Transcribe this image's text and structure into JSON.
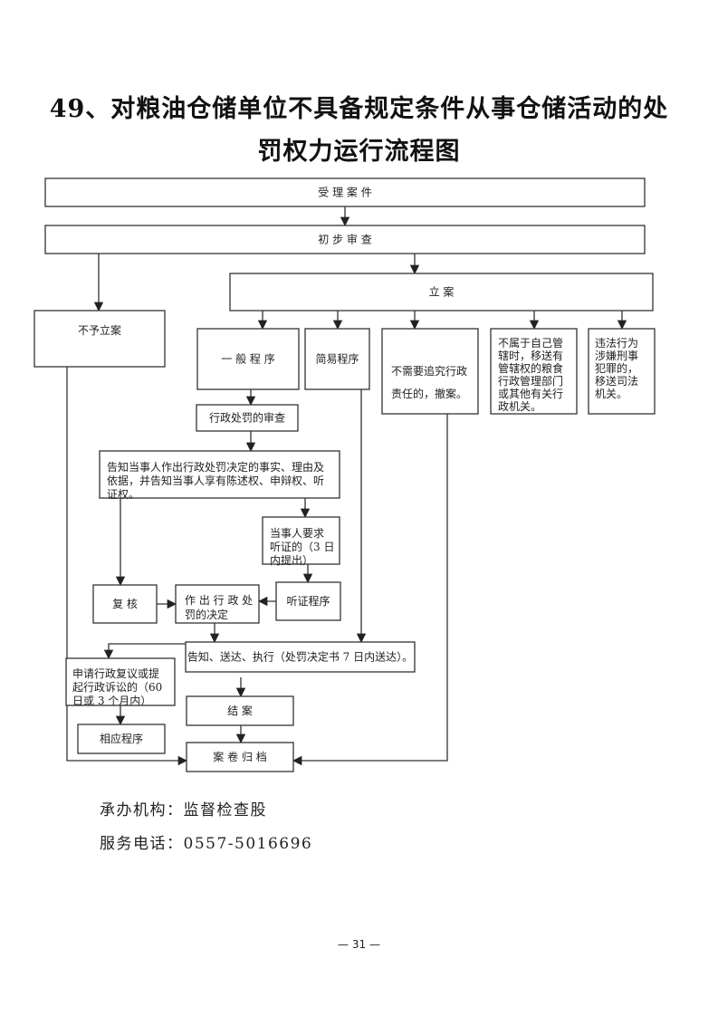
{
  "document": {
    "title_line1": "49、对粮油仓储单位不具备规定条件从事仓储活动的处",
    "title_line2": "罚权力运行流程图",
    "footer_org": "承办机构：监督检查股",
    "footer_phone": "服务电话：0557-5016696",
    "page_number": "— 31 —"
  },
  "flowchart": {
    "nodes": [
      {
        "id": "accept",
        "lines": [
          "受 理 案 件"
        ]
      },
      {
        "id": "preliminary",
        "lines": [
          "初 步 审 查"
        ]
      },
      {
        "id": "file_case",
        "lines": [
          "立      案"
        ]
      },
      {
        "id": "no_case",
        "lines": [
          "不予立案"
        ]
      },
      {
        "id": "general",
        "lines": [
          "一 般 程 序"
        ]
      },
      {
        "id": "simple",
        "lines": [
          "简易程序"
        ]
      },
      {
        "id": "withdraw",
        "lines": [
          "不需要追究行政",
          "责任的，撤案。"
        ]
      },
      {
        "id": "transfer_admin",
        "lines": [
          "不属于自己管",
          "辖时，移送有",
          "管辖权的粮食",
          "行政管理部门",
          "或其他有关行",
          "政机关。"
        ]
      },
      {
        "id": "transfer_judicial",
        "lines": [
          "违法行为",
          "涉嫌刑事",
          "犯罪的，",
          "移送司法",
          "机关。"
        ]
      },
      {
        "id": "review",
        "lines": [
          "行政处罚的审查"
        ]
      },
      {
        "id": "notify",
        "lines": [
          "告知当事人作出行政处罚决定的事实、理由及",
          "依据，并告知当事人享有陈述权、申辩权、听",
          "证权。"
        ]
      },
      {
        "id": "hearing_request",
        "lines": [
          "当事人要求",
          "听证的（3 日",
          "内提出）"
        ]
      },
      {
        "id": "recheck",
        "lines": [
          "复    核"
        ]
      },
      {
        "id": "decision",
        "lines": [
          "作 出 行 政 处",
          "罚的决定"
        ]
      },
      {
        "id": "hearing",
        "lines": [
          "听证程序"
        ]
      },
      {
        "id": "deliver",
        "lines": [
          "告知、送达、执行（处罚决定书 7 日内送达）。"
        ]
      },
      {
        "id": "appeal",
        "lines": [
          "申请行政复议或提",
          "起行政诉讼的（60",
          "日或 3 个月内）"
        ]
      },
      {
        "id": "close",
        "lines": [
          "结      案"
        ]
      },
      {
        "id": "corresponding",
        "lines": [
          "相应程序"
        ]
      },
      {
        "id": "archive",
        "lines": [
          "案 卷 归 档"
        ]
      }
    ],
    "edges": [
      {
        "from": "accept",
        "to": "preliminary"
      },
      {
        "from": "preliminary",
        "to": "no_case"
      },
      {
        "from": "preliminary",
        "to": "file_case"
      },
      {
        "from": "file_case",
        "to": "general"
      },
      {
        "from": "file_case",
        "to": "simple"
      },
      {
        "from": "file_case",
        "to": "withdraw"
      },
      {
        "from": "file_case",
        "to": "transfer_admin"
      },
      {
        "from": "file_case",
        "to": "transfer_judicial"
      },
      {
        "from": "general",
        "to": "review"
      },
      {
        "from": "review",
        "to": "notify"
      },
      {
        "from": "notify",
        "to": "recheck"
      },
      {
        "from": "notify",
        "to": "hearing_request"
      },
      {
        "from": "hearing_request",
        "to": "hearing"
      },
      {
        "from": "recheck",
        "to": "decision"
      },
      {
        "from": "hearing",
        "to": "decision"
      },
      {
        "from": "decision",
        "to": "deliver"
      },
      {
        "from": "simple",
        "to": "deliver"
      },
      {
        "from": "deliver",
        "to": "appeal"
      },
      {
        "from": "deliver",
        "to": "close"
      },
      {
        "from": "appeal",
        "to": "corresponding"
      },
      {
        "from": "close",
        "to": "archive"
      },
      {
        "from": "no_case",
        "to": "archive"
      },
      {
        "from": "withdraw",
        "to": "archive"
      }
    ]
  }
}
